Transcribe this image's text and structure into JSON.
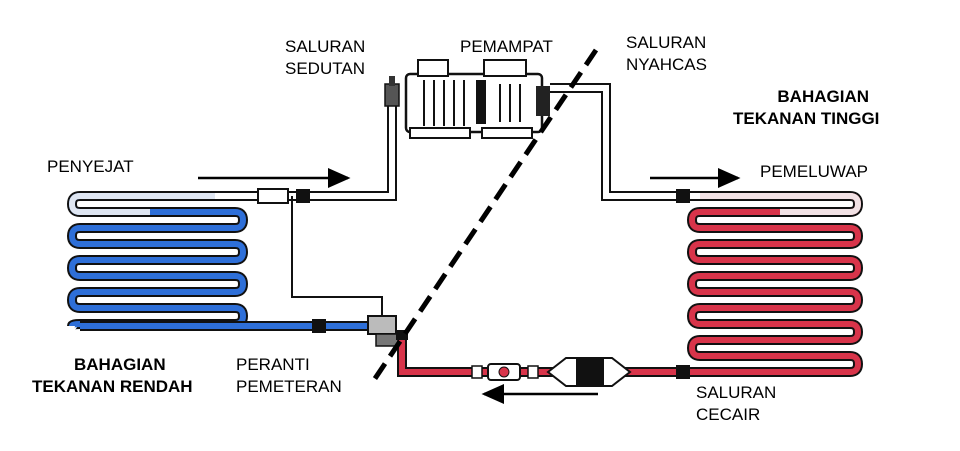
{
  "labels": {
    "suction_line": [
      "SALURAN",
      "SEDUTAN"
    ],
    "compressor": "PEMAMPAT",
    "discharge_line": [
      "SALURAN",
      "NYAHCAS"
    ],
    "high_pressure_side": [
      "BAHAGIAN",
      "TEKANAN TINGGI"
    ],
    "evaporator": "PENYEJAT",
    "condenser": "PEMELUWAP",
    "low_pressure_side": [
      "BAHAGIAN",
      "TEKANAN RENDAH"
    ],
    "metering_device": [
      "PERANTI",
      "PEMETERAN"
    ],
    "liquid_line": [
      "SALURAN",
      "CECAIR"
    ]
  },
  "colors": {
    "low_pressure": "#2e6fd8",
    "high_pressure": "#d8344a",
    "gas_line": "#ffffff",
    "outline": "#111111"
  }
}
